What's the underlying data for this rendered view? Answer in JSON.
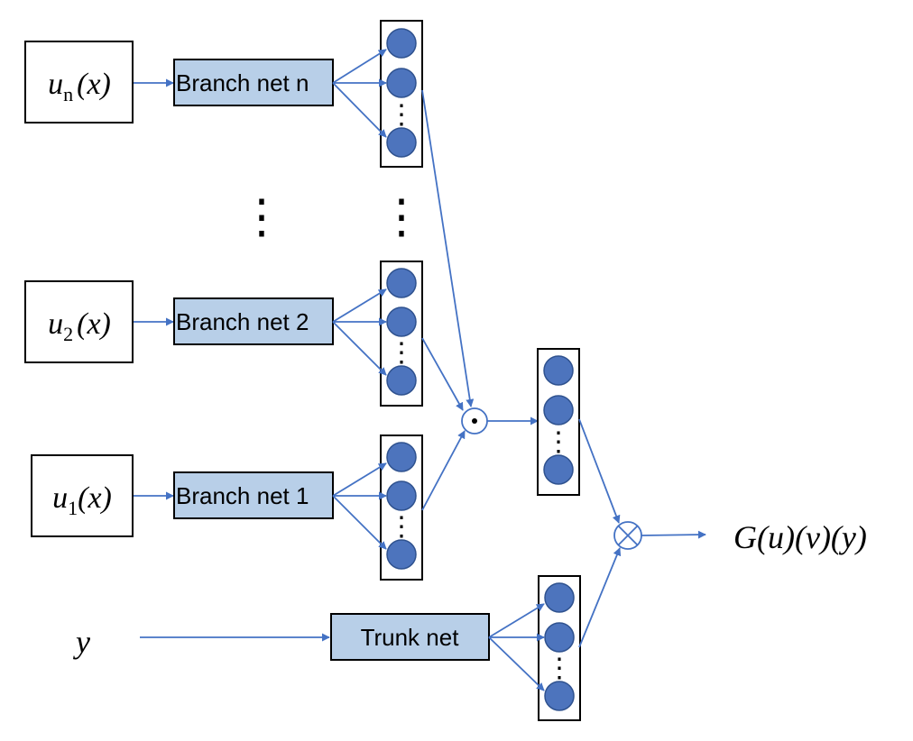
{
  "inputs": {
    "un": {
      "var": "u",
      "sub": "n",
      "arg": "(x)"
    },
    "u2": {
      "var": "u",
      "sub": "2",
      "arg": "(x)"
    },
    "u1": {
      "var": "u",
      "sub": "1",
      "arg": "(x)"
    }
  },
  "y_input": "y",
  "nets": {
    "branch_n": "Branch net n",
    "branch_2": "Branch net 2",
    "branch_1": "Branch net 1",
    "trunk": "Trunk net"
  },
  "output": "G(u)(v)(y)",
  "ellipsis": "⋮"
}
